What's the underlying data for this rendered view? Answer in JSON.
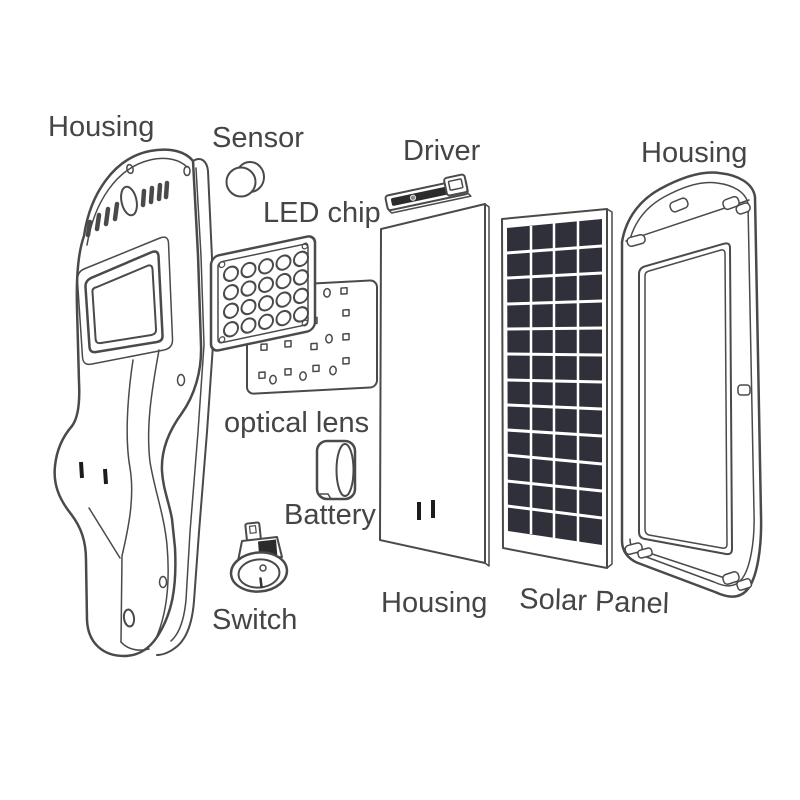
{
  "labels": {
    "housing_left": "Housing",
    "sensor": "Sensor",
    "led_chip": "LED chip",
    "driver": "Driver",
    "housing_right": "Housing",
    "optical_lens": "optical lens",
    "battery": "Battery",
    "switch": "Switch",
    "housing_middle": "Housing",
    "solar_panel": "Solar Panel"
  },
  "colors": {
    "background": "#ffffff",
    "line": "#4a4a4a",
    "text": "#454545",
    "solar_cell": "#30303a",
    "dark_fill": "#2b2b2b"
  }
}
